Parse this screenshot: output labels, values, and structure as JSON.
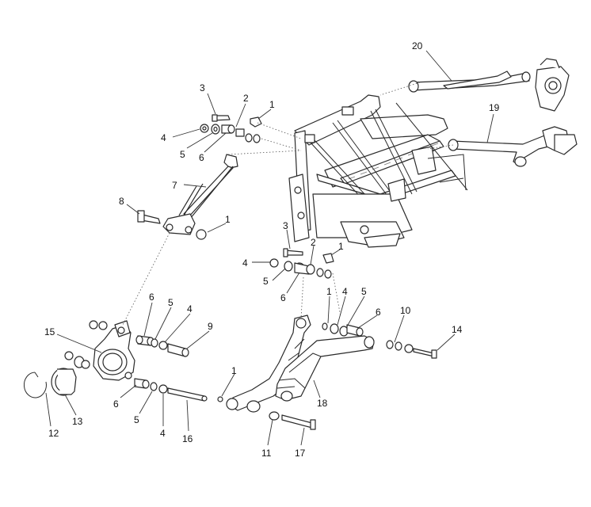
{
  "diagram": {
    "callouts": [
      {
        "id": "c20",
        "label": "20"
      },
      {
        "id": "c19",
        "label": "19"
      },
      {
        "id": "c3a",
        "label": "3"
      },
      {
        "id": "c2a",
        "label": "2"
      },
      {
        "id": "c1a",
        "label": "1"
      },
      {
        "id": "c4a",
        "label": "4"
      },
      {
        "id": "c5a",
        "label": "5"
      },
      {
        "id": "c6a",
        "label": "6"
      },
      {
        "id": "c7",
        "label": "7"
      },
      {
        "id": "c8",
        "label": "8"
      },
      {
        "id": "c1b",
        "label": "1"
      },
      {
        "id": "c3b",
        "label": "3"
      },
      {
        "id": "c2b",
        "label": "2"
      },
      {
        "id": "c1c",
        "label": "1"
      },
      {
        "id": "c4b",
        "label": "4"
      },
      {
        "id": "c5b",
        "label": "5"
      },
      {
        "id": "c6b",
        "label": "6"
      },
      {
        "id": "c6c",
        "label": "6"
      },
      {
        "id": "c5c",
        "label": "5"
      },
      {
        "id": "c4c",
        "label": "4"
      },
      {
        "id": "c9",
        "label": "9"
      },
      {
        "id": "c15",
        "label": "15"
      },
      {
        "id": "c1d",
        "label": "1"
      },
      {
        "id": "c4d",
        "label": "4"
      },
      {
        "id": "c5d",
        "label": "5"
      },
      {
        "id": "c6d",
        "label": "6"
      },
      {
        "id": "c10",
        "label": "10"
      },
      {
        "id": "c14",
        "label": "14"
      },
      {
        "id": "c1e",
        "label": "1"
      },
      {
        "id": "c18",
        "label": "18"
      },
      {
        "id": "c6e",
        "label": "6"
      },
      {
        "id": "c5e",
        "label": "5"
      },
      {
        "id": "c4e",
        "label": "4"
      },
      {
        "id": "c16",
        "label": "16"
      },
      {
        "id": "c12",
        "label": "12"
      },
      {
        "id": "c13",
        "label": "13"
      },
      {
        "id": "c11",
        "label": "11"
      },
      {
        "id": "c17",
        "label": "17"
      }
    ]
  }
}
